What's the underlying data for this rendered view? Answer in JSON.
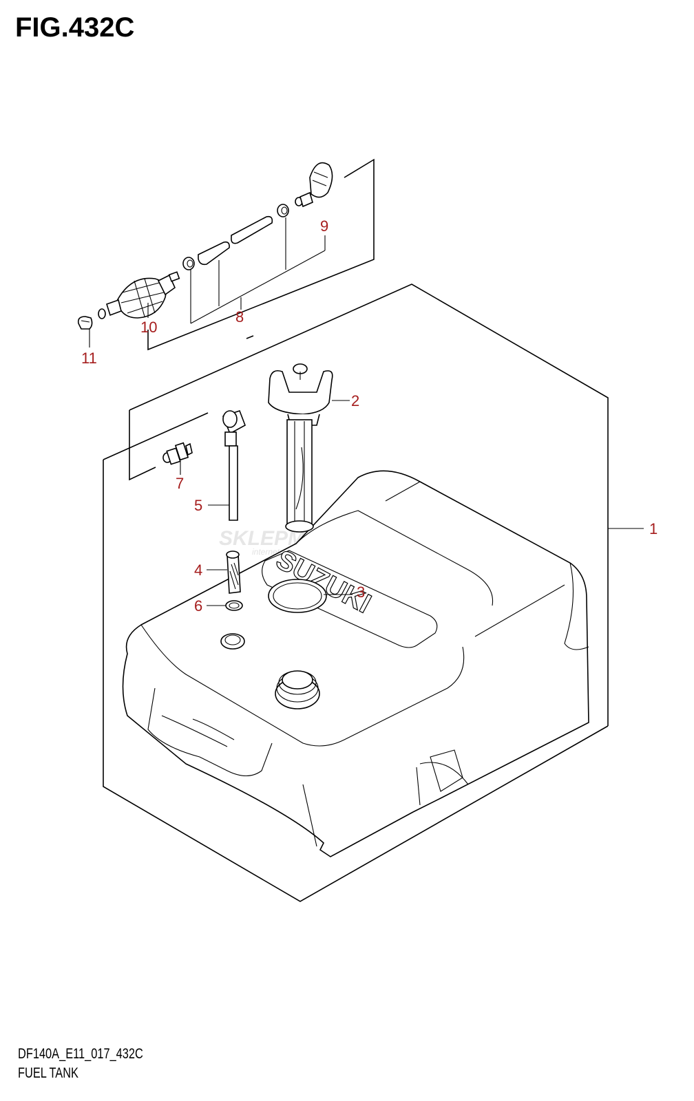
{
  "figure": {
    "title": "FIG.432C",
    "code": "DF140A_E11_017_432C",
    "name": "FUEL TANK"
  },
  "callouts": {
    "c1": "1",
    "c2": "2",
    "c3": "3",
    "c4": "4",
    "c5": "5",
    "c6": "6",
    "c7": "7",
    "c8": "8",
    "c9": "9",
    "c10": "10",
    "c11": "11"
  },
  "tank_lettering": "SUZUKI",
  "watermark": {
    "brand": "SKLEPMOTO46.PL",
    "tagline": "internetowy sklep motocyklowy"
  },
  "colors": {
    "callout": "#a51d1d",
    "line": "#000000"
  }
}
